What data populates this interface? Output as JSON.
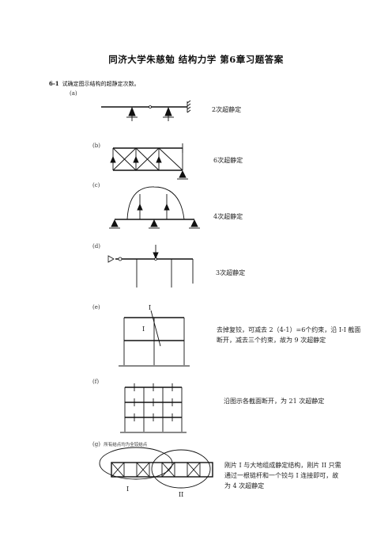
{
  "title": "同济大学朱慈勉 结构力学 第6章习题答案",
  "question": {
    "number": "6-1",
    "text": "试确定图示结构的超静定次数。"
  },
  "parts": [
    {
      "label": "(a)",
      "answer": "2次超静定"
    },
    {
      "label": "(b)",
      "answer": "6次超静定"
    },
    {
      "label": "(c)",
      "answer": "4次超静定"
    },
    {
      "label": "(d)",
      "answer": "3次超静定"
    },
    {
      "label": "(e)",
      "answer": "去掉复铰，可减去 2（4-1）=6个约束，沿 I-I 截面断开，减去三个约束，故为 9 次超静定",
      "section_label": "I"
    },
    {
      "label": "(f)",
      "answer": "沿图示各截面断开，为 21 次超静定"
    },
    {
      "label": "(g)",
      "note": "所有结点均为全铰结点",
      "answer": "刚片 I 与大地组成静定结构，刚片 II 只需通过一根链杆和一个铰与 I 连接即可，故为 4 次超静定",
      "body_labels": [
        "I",
        "II"
      ]
    }
  ]
}
